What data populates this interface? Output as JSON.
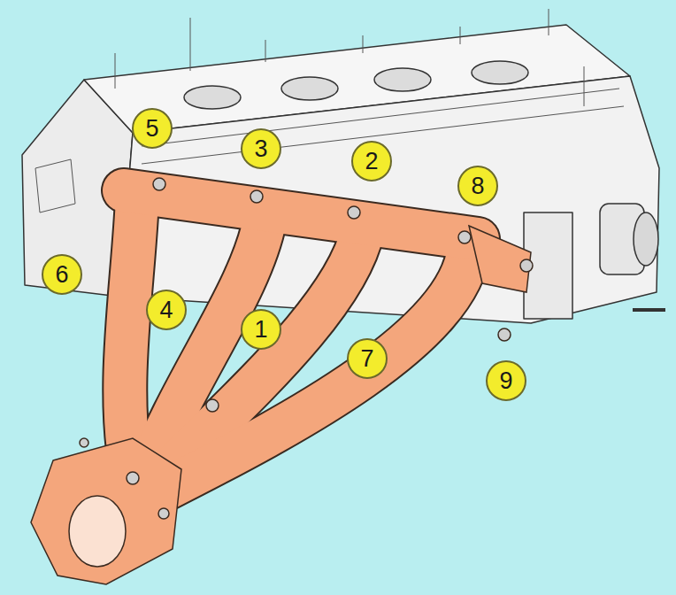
{
  "diagram": {
    "labels": [
      "5",
      "3",
      "2",
      "8",
      "6",
      "4",
      "1",
      "7",
      "9"
    ]
  }
}
